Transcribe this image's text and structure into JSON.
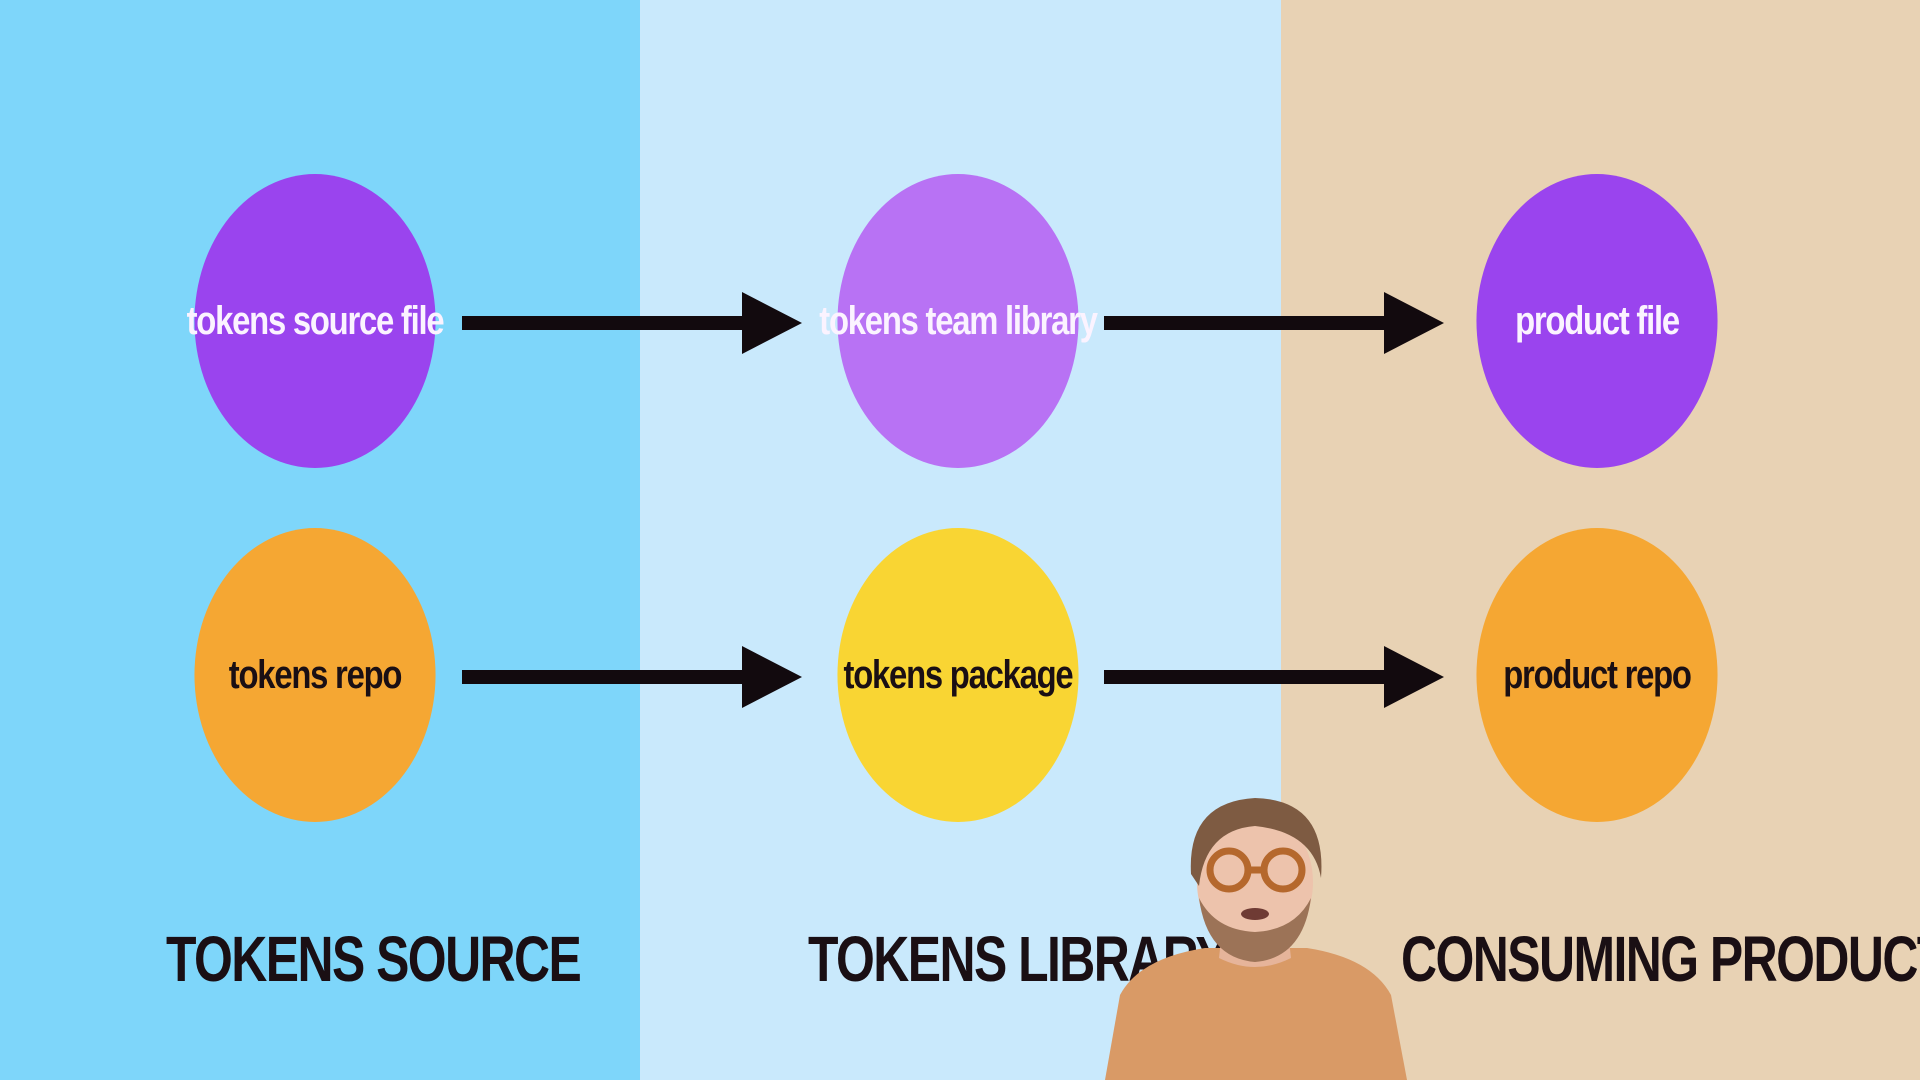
{
  "colors": {
    "band_source": "#7ed6fa",
    "band_library": "#c9e9fc",
    "band_product": "#e8d2b4",
    "purple": "#9a44ee",
    "light_purple": "#b872f4",
    "orange": "#f5a733",
    "yellow": "#f9d533",
    "arrow": "#120a0e",
    "text_dark": "#1a0f14",
    "text_light": "#fbf3ff"
  },
  "nodes": {
    "source_file": "tokens source file",
    "team_library": "tokens team library",
    "product_file": "product file",
    "tokens_repo": "tokens repo",
    "tokens_package": "tokens package",
    "product_repo": "product repo"
  },
  "sections": {
    "source": "TOKENS SOURCE",
    "library": "TOKENS LIBRARY",
    "product": "CONSUMING PRODUCT"
  },
  "edges": [
    {
      "from": "tokens source file",
      "to": "tokens team library"
    },
    {
      "from": "tokens team library",
      "to": "product file"
    },
    {
      "from": "tokens repo",
      "to": "tokens package"
    },
    {
      "from": "tokens package",
      "to": "product repo"
    }
  ]
}
